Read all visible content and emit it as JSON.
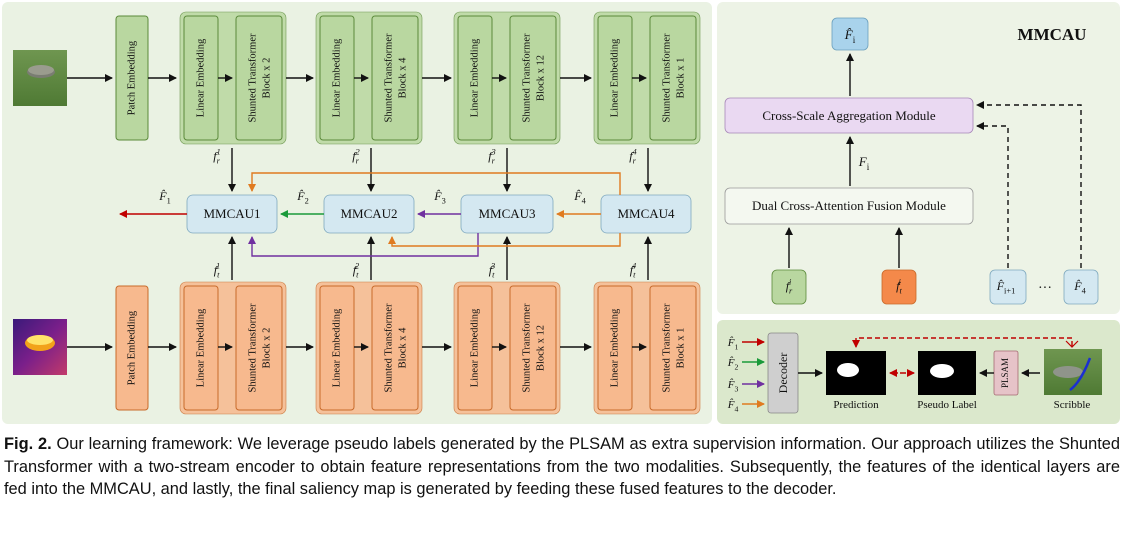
{
  "diagram": {
    "patch_embedding": "Patch Embedding",
    "linear_embedding": "Linear Embedding",
    "stage_labels": [
      "Shunted Transformer Block x 2",
      "Shunted Transformer Block x 4",
      "Shunted Transformer Block x 12",
      "Shunted Transformer Block x 1"
    ],
    "stage_line1": "Shunted Transformer",
    "stage_line2": [
      "Block x 2",
      "Block x 4",
      "Block x 12",
      "Block x 1"
    ],
    "mmcau_nodes": [
      "MMCAU1",
      "MMCAU2",
      "MMCAU3",
      "MMCAU4"
    ],
    "rgb_features": [
      "f_r^1",
      "f_r^2",
      "f_r^3",
      "f_r^4"
    ],
    "thermal_features": [
      "f_t^1",
      "f_t^2",
      "f_t^3",
      "f_t^4"
    ],
    "fused_outputs": [
      "F̂1",
      "F̂2",
      "F̂3",
      "F̂4"
    ],
    "mmcau_panel": {
      "title": "MMCAU",
      "output": "F̂i",
      "cross_scale": "Cross-Scale Aggregation Module",
      "fi_label": "Fi",
      "dual_cross": "Dual Cross-Attention Fusion Module",
      "in_r": "f_r^i",
      "in_t": "f_t^i",
      "in_next": "F̂i+1",
      "ellipsis": "···",
      "in_last": "F̂4"
    },
    "decoder_panel": {
      "decoder": "Decoder",
      "inputs": [
        "F̂1",
        "F̂2",
        "F̂3",
        "F̂4"
      ],
      "prediction": "Prediction",
      "pseudo_label": "Pseudo Label",
      "plsam": "PLSAM",
      "scribble": "Scribble"
    }
  },
  "colors": {
    "green_fill": "#b9d7a0",
    "green_stroke": "#5b8a3a",
    "orange_fill": "#f7b98e",
    "orange_stroke": "#c86a2a",
    "blue_fill": "#d4e8f1",
    "panel_bg": "#e6efdd",
    "purple_fill": "#ead9f2",
    "red_arrow": "#c00000",
    "green_arrow": "#1a9a3a",
    "purple_arrow": "#7030a0",
    "orange_arrow": "#e07b20"
  },
  "caption": {
    "label": "Fig. 2.",
    "text": " Our learning framework: We leverage pseudo labels generated by the PLSAM as extra supervision information. Our approach utilizes the Shunted Transformer with a two-stream encoder to obtain feature representations from the two modalities. Subsequently, the features of the identical layers are fed into the MMCAU, and lastly, the final saliency map is generated by feeding these fused features to the decoder."
  }
}
